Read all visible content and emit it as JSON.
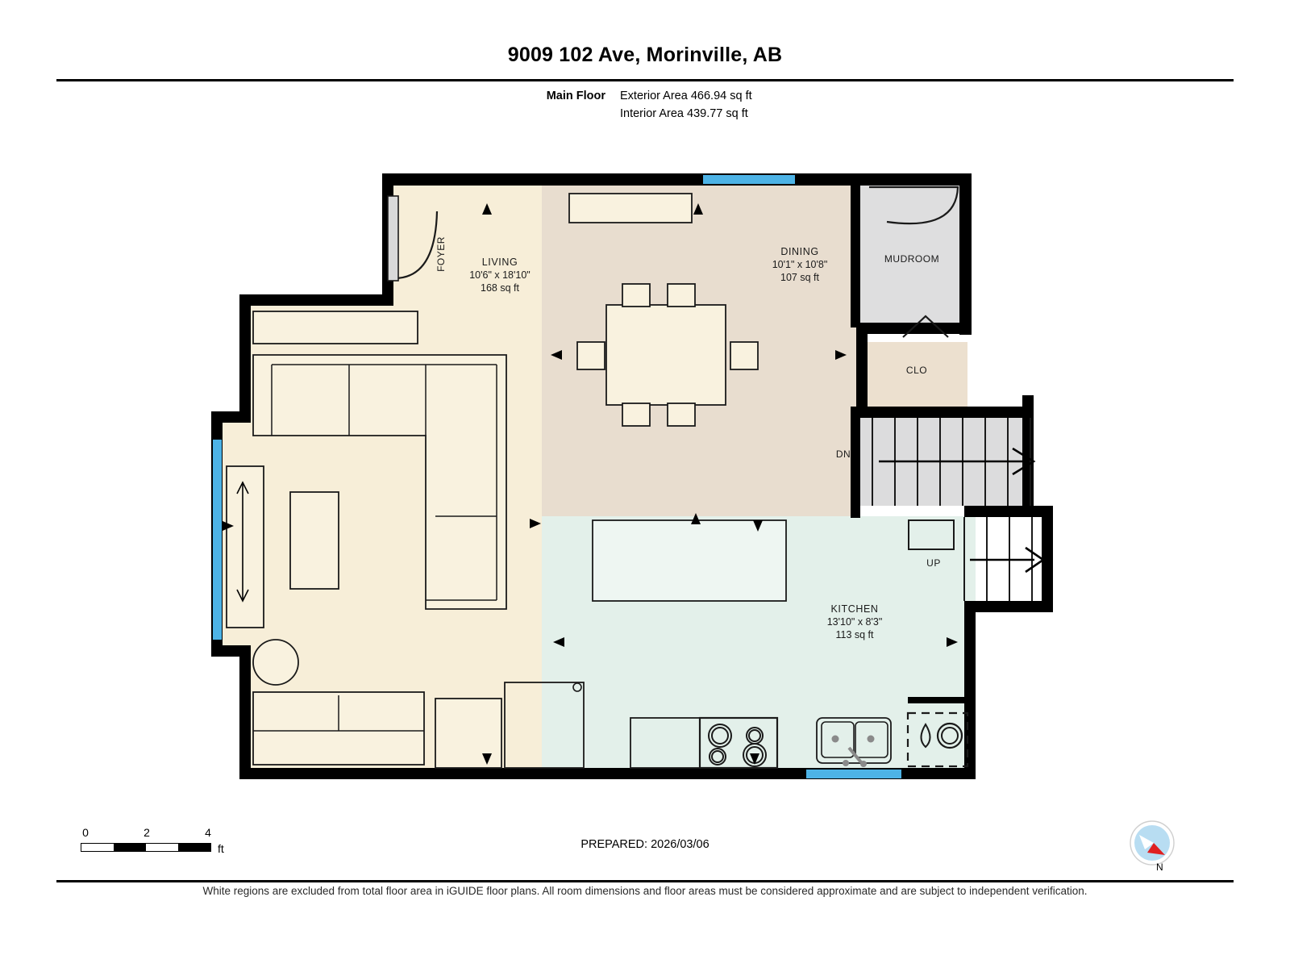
{
  "header": {
    "title": "9009 102 Ave, Morinville, AB",
    "floor_label": "Main Floor",
    "exterior_area": "Exterior Area 466.94 sq ft",
    "interior_area": "Interior Area 439.77 sq ft"
  },
  "plan": {
    "rooms": [
      {
        "key": "foyer",
        "name": "FOYER",
        "dims": "",
        "area": ""
      },
      {
        "key": "living",
        "name": "LIVING",
        "dims": "10'6\" x 18'10\"",
        "area": "168 sq ft"
      },
      {
        "key": "dining",
        "name": "DINING",
        "dims": "10'1\" x 10'8\"",
        "area": "107 sq ft"
      },
      {
        "key": "mudroom",
        "name": "MUDROOM",
        "dims": "",
        "area": ""
      },
      {
        "key": "closet",
        "name": "CLO",
        "dims": "",
        "area": ""
      },
      {
        "key": "kitchen",
        "name": "KITCHEN",
        "dims": "13'10\" x 8'3\"",
        "area": "113 sq ft"
      }
    ],
    "stairs": {
      "down_label": "DN",
      "up_label": "UP"
    },
    "colors": {
      "living_fill": "#f7eed8",
      "dining_fill": "#e8ddcf",
      "kitchen_fill": "#e3f0ea",
      "mudroom_fill": "#dededf",
      "closet_fill": "#ece0cf",
      "stair_fill": "#dcdcdd",
      "wall": "#000000",
      "window": "#4db3e6",
      "furniture_stroke": "#1a1a1a"
    }
  },
  "footer": {
    "scale": {
      "ticks": [
        "0",
        "2",
        "4"
      ],
      "unit": "ft"
    },
    "prepared": "PREPARED: 2026/03/06",
    "compass_label": "N",
    "disclaimer": "White regions are excluded from total floor area in iGUIDE floor plans. All room dimensions and floor areas must be considered approximate and are subject to independent verification."
  }
}
